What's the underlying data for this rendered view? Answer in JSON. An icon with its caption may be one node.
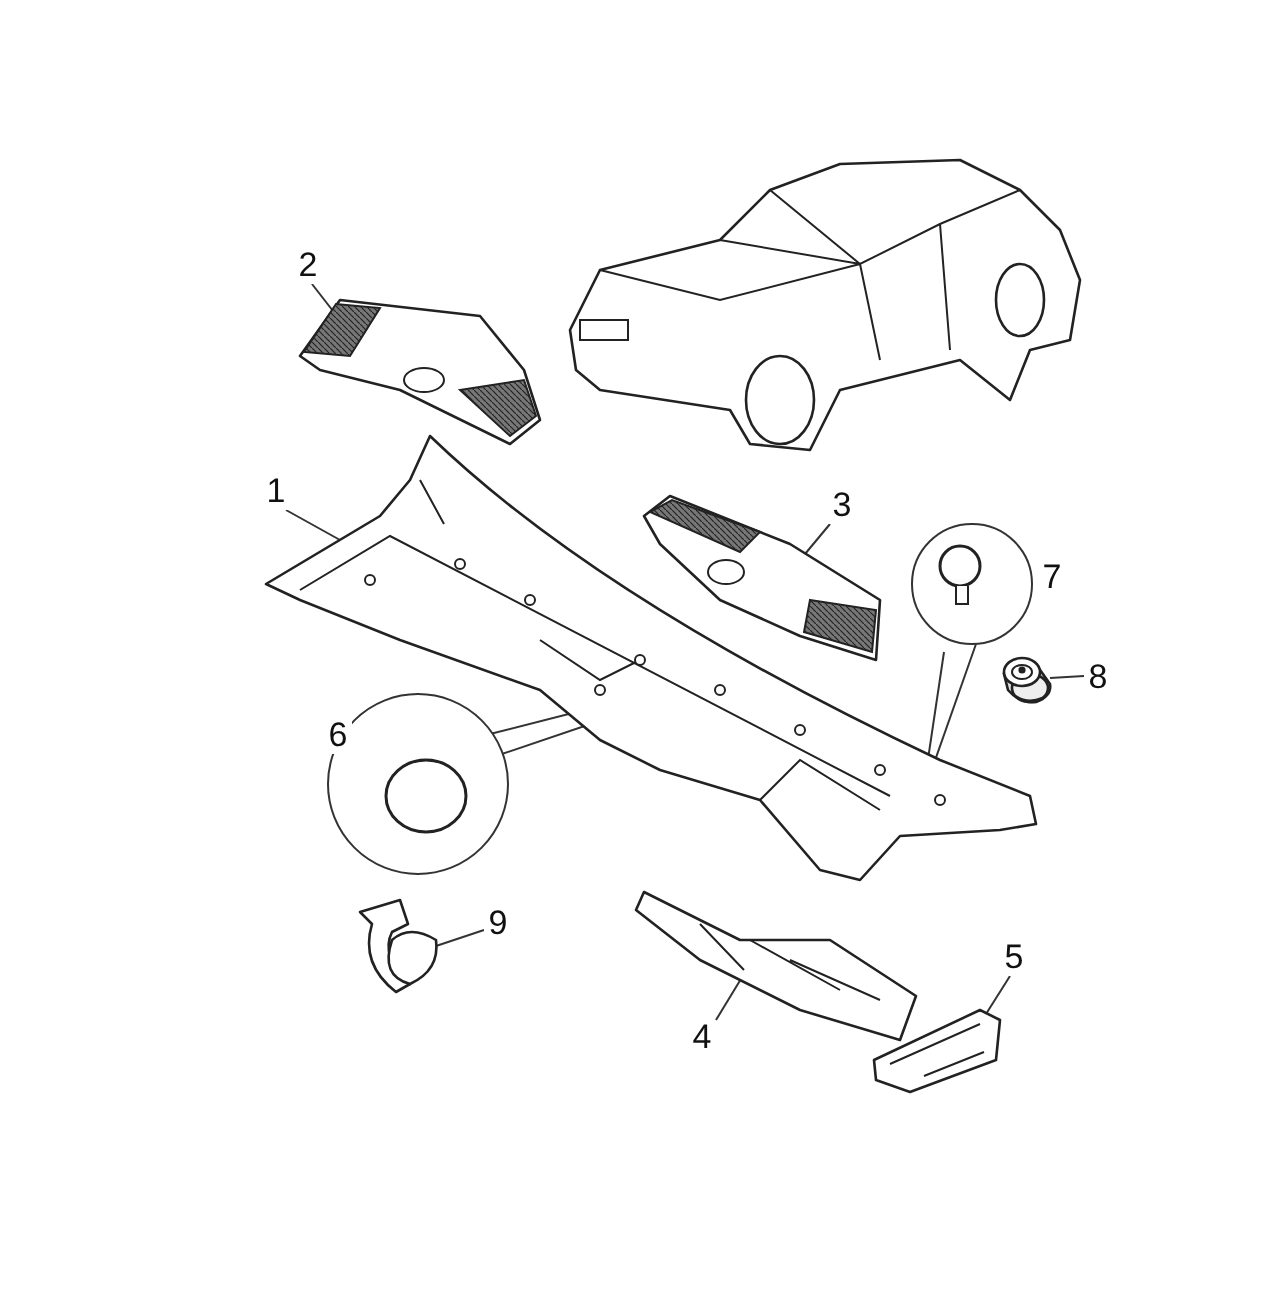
{
  "diagram": {
    "nodes": [
      {
        "text": [
          "1"
        ]
      },
      {
        "text": [],
        "shape": "picture"
      },
      {
        "text": [
          "2"
        ]
      },
      {
        "text": [],
        "shape": "picture"
      },
      {
        "text": [
          "3"
        ]
      },
      {
        "text": [],
        "shape": "picture"
      },
      {
        "text": [
          "6"
        ]
      },
      {
        "text": [
          "7"
        ]
      },
      {
        "text": [
          "8"
        ]
      },
      {
        "text": [],
        "shape": "picture"
      },
      {
        "text": [
          "9"
        ]
      },
      {
        "text": [],
        "shape": "picture"
      },
      {
        "text": [
          "4"
        ]
      },
      {
        "text": [],
        "shape": "picture"
      },
      {
        "text": [
          "5"
        ]
      },
      {
        "text": [],
        "shape": "picture"
      }
    ],
    "edges": [
      {
        "from": 0,
        "to": 1,
        "arrow": "none"
      },
      {
        "from": 2,
        "to": 3,
        "arrow": "none"
      },
      {
        "from": 4,
        "to": 5,
        "arrow": "none"
      },
      {
        "from": 6,
        "to": 1,
        "arrow": "none"
      },
      {
        "from": 6,
        "to": 1,
        "arrow": "none"
      },
      {
        "from": 7,
        "to": 1,
        "arrow": "none"
      },
      {
        "from": 7,
        "to": 1,
        "arrow": "none"
      },
      {
        "from": 8,
        "to": 9,
        "arrow": "none"
      },
      {
        "from": 10,
        "to": 11,
        "arrow": "none"
      },
      {
        "from": 12,
        "to": 13,
        "arrow": "none"
      },
      {
        "from": 14,
        "to": 15,
        "arrow": "none"
      }
    ]
  }
}
